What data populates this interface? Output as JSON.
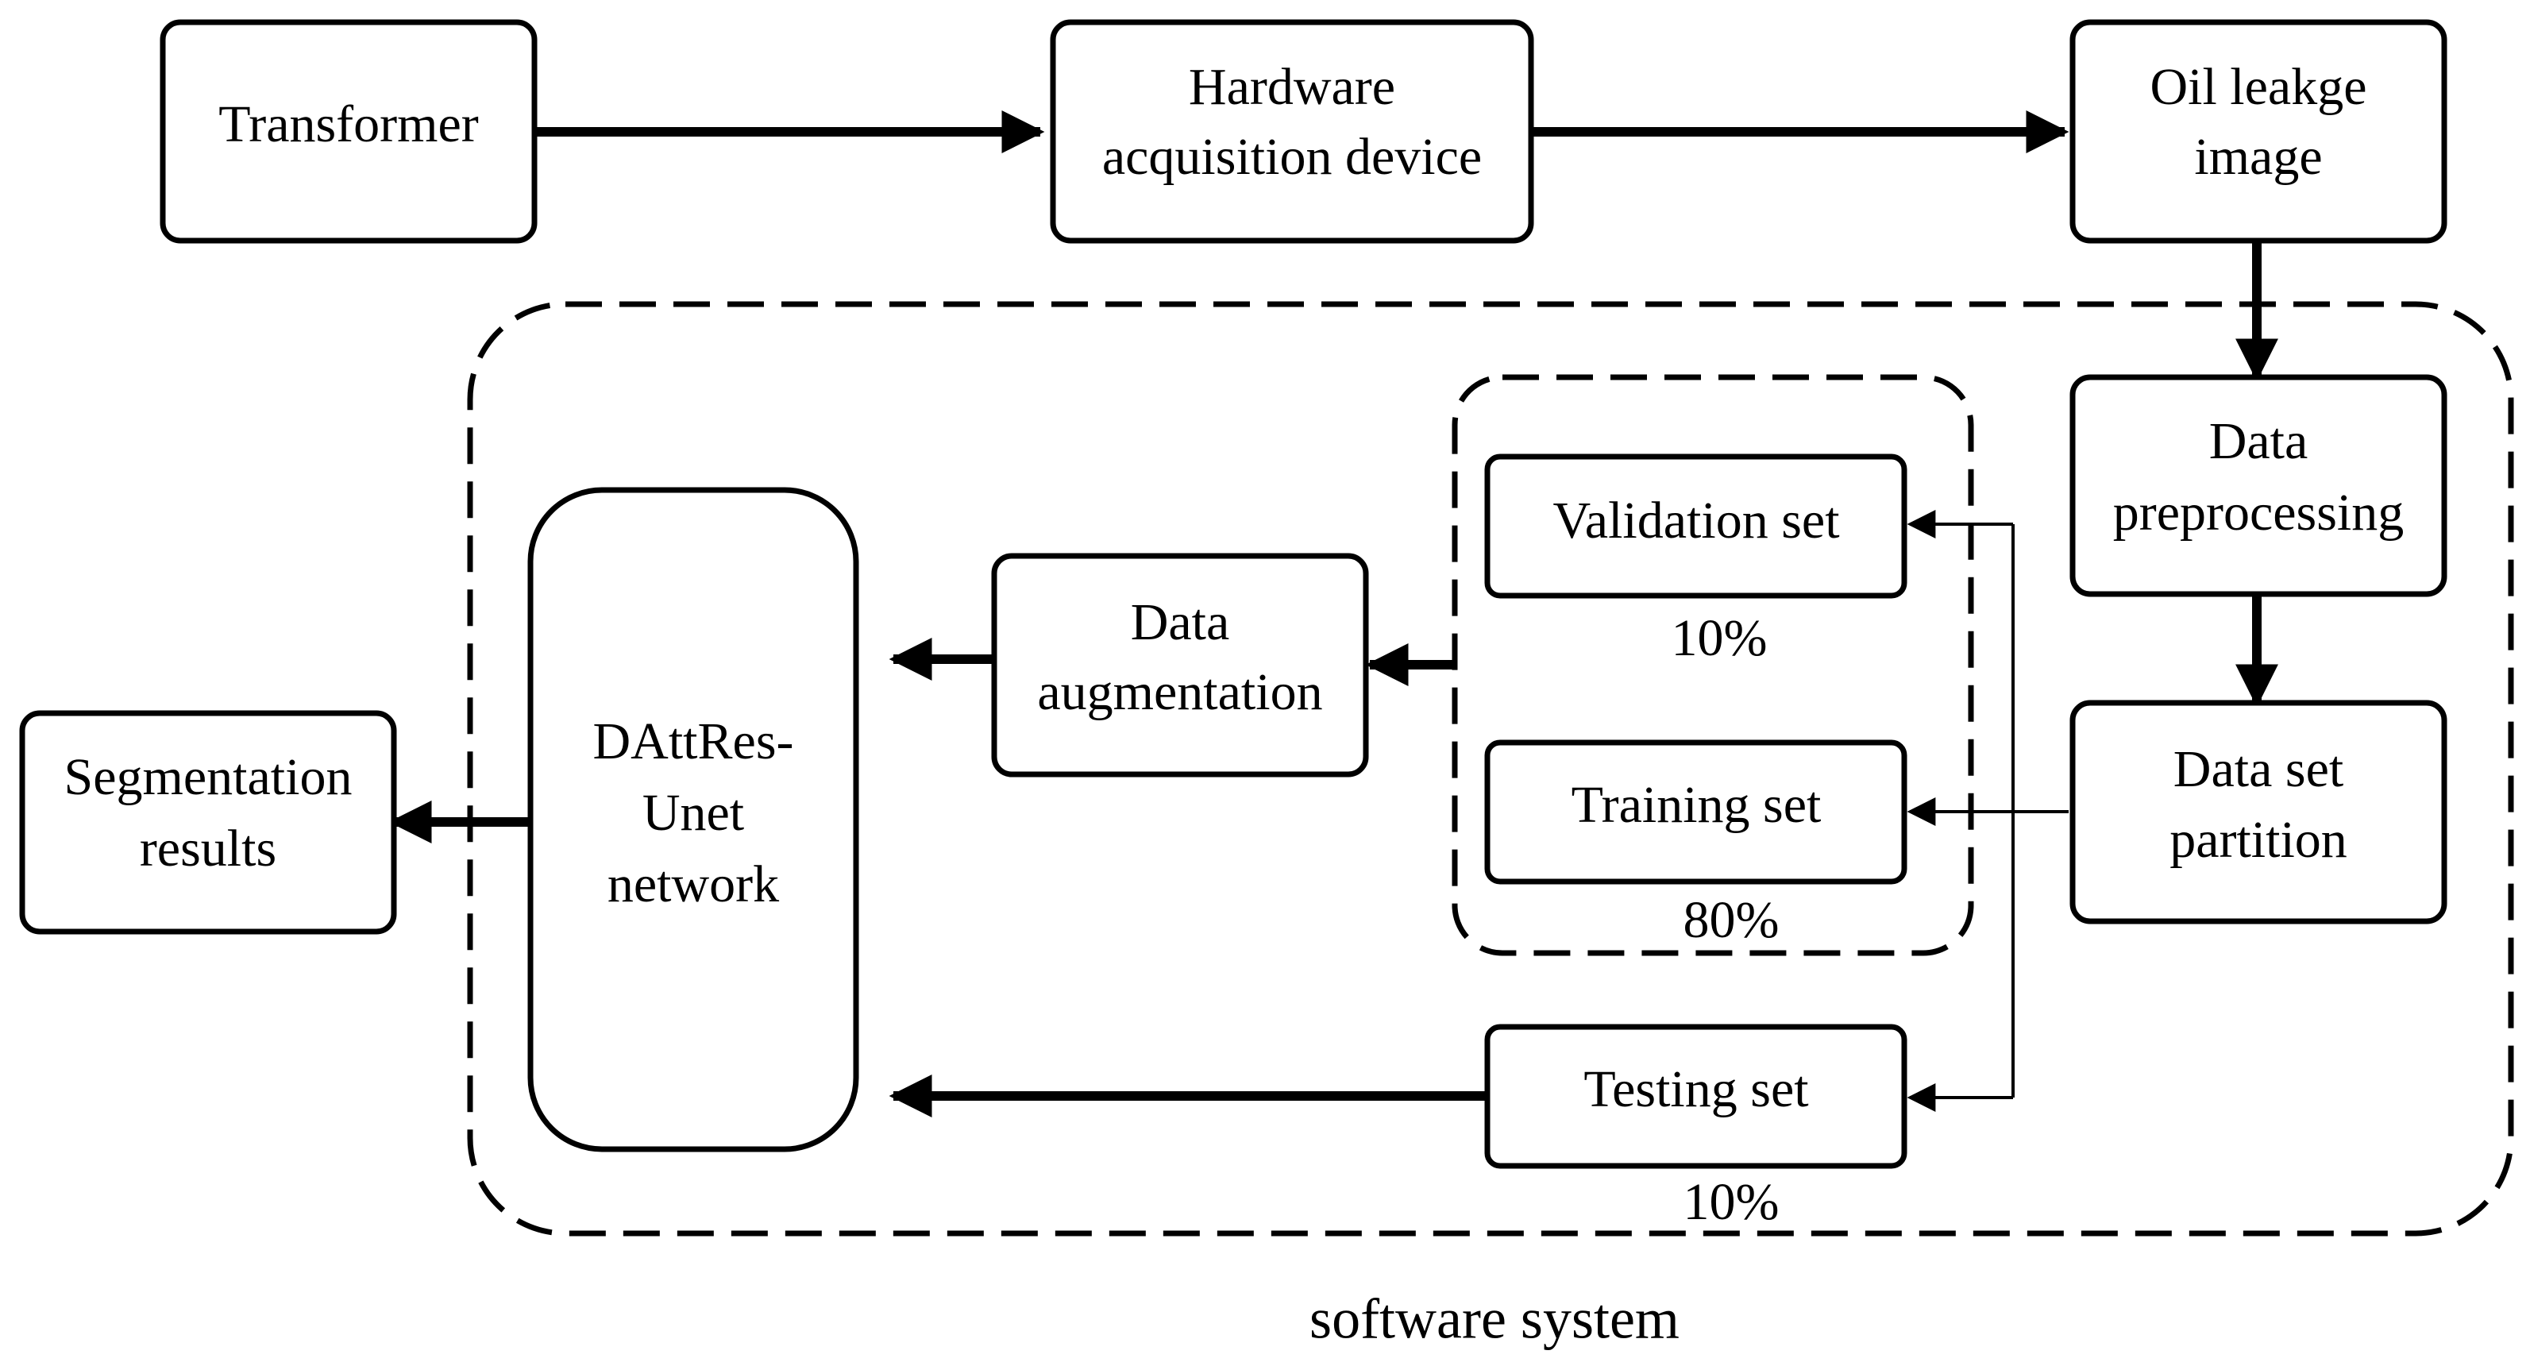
{
  "nodes": {
    "transformer": "Transformer",
    "hardware": [
      "Hardware",
      "acquisition device"
    ],
    "oil_image": [
      "Oil leakge",
      "image"
    ],
    "preprocessing": [
      "Data",
      "preprocessing"
    ],
    "partition": [
      "Data set",
      "partition"
    ],
    "validation": "Validation set",
    "training": "Training set",
    "testing": "Testing set",
    "augmentation": [
      "Data",
      "augmentation"
    ],
    "network": [
      "DAttRes-",
      "Unet",
      "network"
    ],
    "segmentation": [
      "Segmentation",
      "results"
    ]
  },
  "percentages": {
    "validation": "10%",
    "training": "80%",
    "testing": "10%"
  },
  "group_label": "software system"
}
